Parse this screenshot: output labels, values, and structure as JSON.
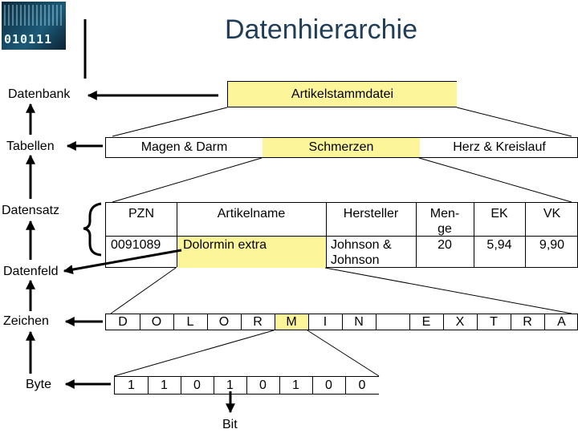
{
  "title": "Datenhierarchie",
  "levels": {
    "datenbank": "Datenbank",
    "tabellen": "Tabellen",
    "datensatz": "Datensatz",
    "datenfeld": "Datenfeld",
    "zeichen": "Zeichen",
    "byte": "Byte",
    "bit": "Bit"
  },
  "database": {
    "file": "Artikelstammdatei"
  },
  "tables": [
    "Magen & Darm",
    "Schmerzen",
    "Herz & Kreislauf"
  ],
  "record": {
    "headers": {
      "pzn": "PZN",
      "name": "Artikelname",
      "maker": "Hersteller",
      "qty": "Men-\nge",
      "ek": "EK",
      "vk": "VK"
    },
    "values": {
      "pzn": "0091089",
      "name": "Dolormin extra",
      "maker": "Johnson &\nJohnson",
      "qty": "20",
      "ek": "5,94",
      "vk": "9,90"
    }
  },
  "characters": [
    "D",
    "O",
    "L",
    "O",
    "R",
    "M",
    "I",
    "N",
    "",
    "E",
    "X",
    "T",
    "R",
    "A"
  ],
  "bits": [
    "1",
    "1",
    "0",
    "1",
    "0",
    "1",
    "0",
    "0"
  ],
  "colors": {
    "highlight": "#fdf59a",
    "title": "#1f3d57"
  },
  "logo": {
    "text": "010111"
  }
}
